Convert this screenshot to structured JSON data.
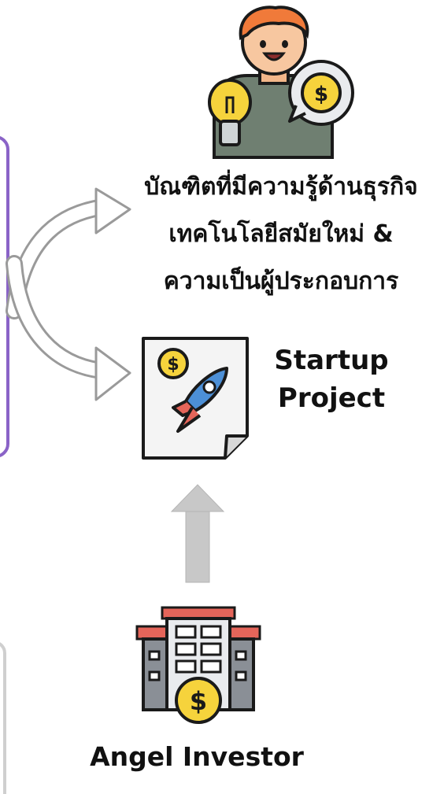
{
  "graduate": {
    "lines": [
      "บัณฑิตที่มีความรู้ด้านธุรกิจ",
      "เทคโนโลยีสมัยใหม่ &",
      "ความเป็นผู้ประกอบการ"
    ]
  },
  "startup": {
    "lines": [
      "Startup",
      "Project"
    ]
  },
  "investor": {
    "label": "Angel Investor"
  },
  "icons": {
    "person": "person-with-idea-icon",
    "document": "rocket-document-icon",
    "building": "bank-building-icon"
  },
  "colors": {
    "frame_purple": "#8a63c7",
    "arrow_gray": "#c8c8c8",
    "coin_yellow": "#f6d33c",
    "roof_red": "#e5655a",
    "rocket_blue": "#4c8fd6"
  }
}
